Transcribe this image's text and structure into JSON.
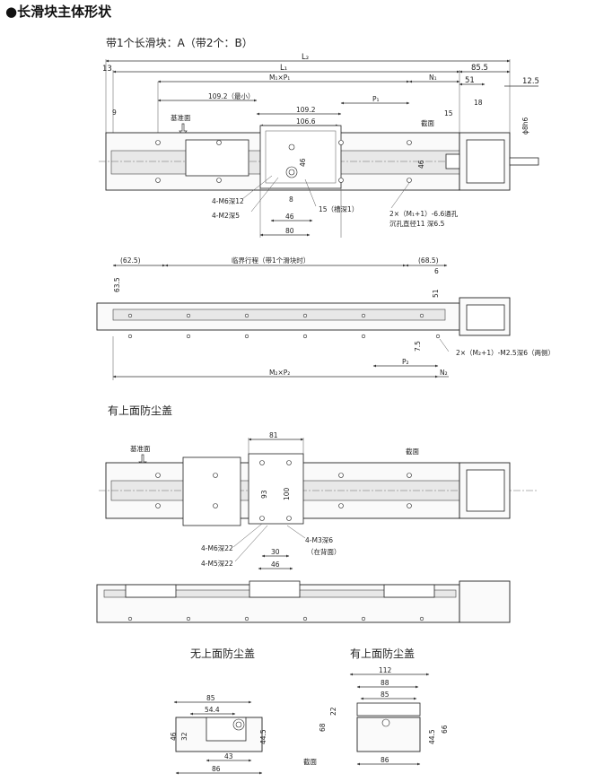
{
  "heading": "●长滑块主体形状",
  "subtitle_a": "带1个长滑块：A（带2个：B）",
  "subtitle_cover": "有上面防尘盖",
  "label_no_cover": "无上面防尘盖",
  "label_with_cover": "有上面防尘盖",
  "dims": {
    "L2": "L₂",
    "L1": "L₁",
    "M1P1": "M₁×P₁",
    "N1": "N₁",
    "d13": "13",
    "d85_5": "85.5",
    "d51": "51",
    "d12_5": "12.5",
    "d109_2min": "109.2（最小）",
    "d109_2": "109.2",
    "d106_6": "106.6",
    "P1": "P₁",
    "d15": "15",
    "d18": "18",
    "d9": "9",
    "phi8h6": "ϕ8h6",
    "datum": "基准面",
    "section": "截面",
    "d46a": "46",
    "d46b": "46",
    "m6": "4-M6深12",
    "m2": "4-M2深5",
    "d8": "8",
    "d46c": "46",
    "d80": "80",
    "slot": "15（槽深1）",
    "holes1": "2×（M₁+1）-6.6通孔",
    "holes1b": "沉孔直径11 深6.5",
    "d62_5": "(62.5)",
    "stroke": "临界行程（带1个滑块时）",
    "d68_5": "(68.5)",
    "d6": "6",
    "d63_5": "63.5",
    "d51b": "51",
    "d7_5": "7.5",
    "holes2": "2×（M₂+1）-M2.5深6（两侧）",
    "P2": "P₂",
    "M2P2": "M₂×P₂",
    "N2": "N₂",
    "d81": "81",
    "datum2": "基准面",
    "section2": "截面",
    "d93": "93",
    "d100": "100",
    "m6b": "4-M6深22",
    "m5": "4-M5深22",
    "d30": "30",
    "d46d": "46",
    "m3": "4-M3深6",
    "backside": "（在背面）",
    "e85": "85",
    "e54_4": "54.4",
    "e46": "46",
    "e32": "32",
    "e44_5": "44.5",
    "e43": "43",
    "e86": "86",
    "f112": "112",
    "f88": "88",
    "f85": "85",
    "f22": "22",
    "f68": "68",
    "f44_5": "44.5",
    "f66": "66",
    "f86": "86",
    "section3": "截面"
  }
}
